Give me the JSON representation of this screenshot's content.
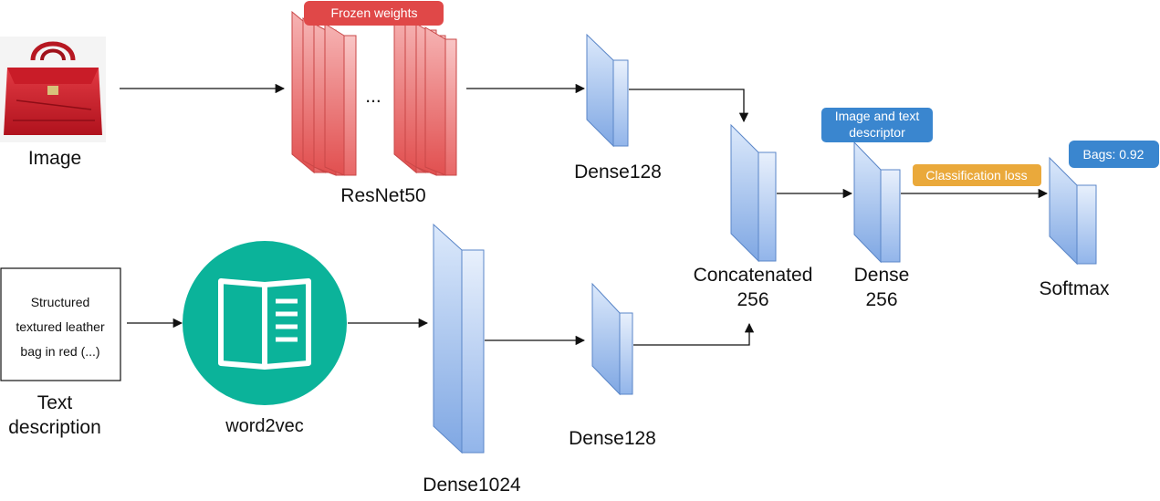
{
  "inputs": {
    "image_label": "Image",
    "text_label_line1": "Text",
    "text_label_line2": "description",
    "text_box_line1": "Structured",
    "text_box_line2": "textured leather",
    "text_box_line3": "bag in red (...)"
  },
  "resnet": {
    "label": "ResNet50",
    "ellipsis": "...",
    "badge": "Frozen weights"
  },
  "word2vec": {
    "label": "word2vec"
  },
  "layers": {
    "dense128_top": "Dense128",
    "dense1024": "Dense1024",
    "dense128_bottom": "Dense128",
    "concat_line1": "Concatenated",
    "concat_line2": "256",
    "dense256_line1": "Dense",
    "dense256_line2": "256",
    "softmax": "Softmax"
  },
  "badges": {
    "descriptor_line1": "Image and text",
    "descriptor_line2": "descriptor",
    "classification_loss": "Classification loss",
    "prediction": "Bags: 0.92"
  },
  "colors": {
    "resnet_red": "#e56565",
    "layer_blue": "#8fb4ea",
    "word2vec_teal": "#0bb39a",
    "badge_red": "#e04848",
    "badge_blue": "#3a86cf",
    "badge_orange": "#eaa93b"
  }
}
